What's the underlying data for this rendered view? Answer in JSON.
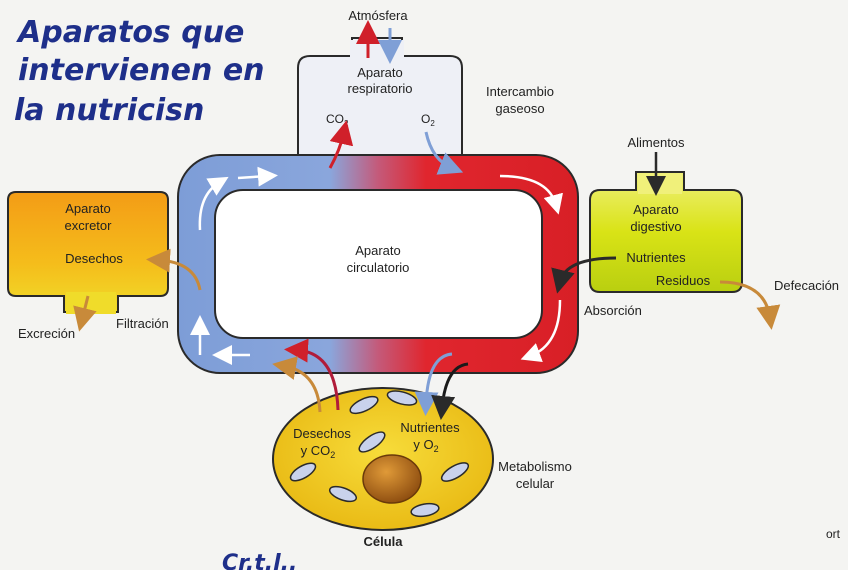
{
  "handwritten": {
    "title_line1": "Aparatos que",
    "title_line2": "intervienen en",
    "title_line3": "la nutricisn",
    "bottom_scrawl": "Cr.t.l.."
  },
  "labels": {
    "atmosphere": "Atmósfera",
    "gas_exchange_line1": "Intercambio",
    "gas_exchange_line2": "gaseoso",
    "respiratory_line1": "Aparato",
    "respiratory_line2": "respiratorio",
    "co2": "CO",
    "co2_sub": "2",
    "o2": "O",
    "o2_sub": "2",
    "foods": "Alimentos",
    "digestive_line1": "Aparato",
    "digestive_line2": "digestivo",
    "nutrients": "Nutrientes",
    "residues": "Residuos",
    "defecation": "Defecación",
    "absorption": "Absorción",
    "excretory_line1": "Aparato",
    "excretory_line2": "excretor",
    "wastes": "Desechos",
    "excretion": "Excreción",
    "filtration": "Filtración",
    "circulatory_line1": "Aparato",
    "circulatory_line2": "circulatorio",
    "cell_wastes_line1": "Desechos",
    "cell_wastes_line2": "y CO",
    "cell_wastes_sub": "2",
    "cell_nutrients_line1": "Nutrientes",
    "cell_nutrients_line2": "y O",
    "cell_nutrients_sub": "2",
    "metabolism_line1": "Metabolismo",
    "metabolism_line2": "celular",
    "cell": "Célula",
    "cut_right_text": "ort"
  },
  "colors": {
    "venous_blue": "#7f9fd6",
    "arterial_red": "#e0262e",
    "excretor_orange": "#f5b117",
    "digestive_yellow": "#d8e414",
    "cell_yellow": "#f1cf1c",
    "handwriting": "#1e2f8a"
  }
}
